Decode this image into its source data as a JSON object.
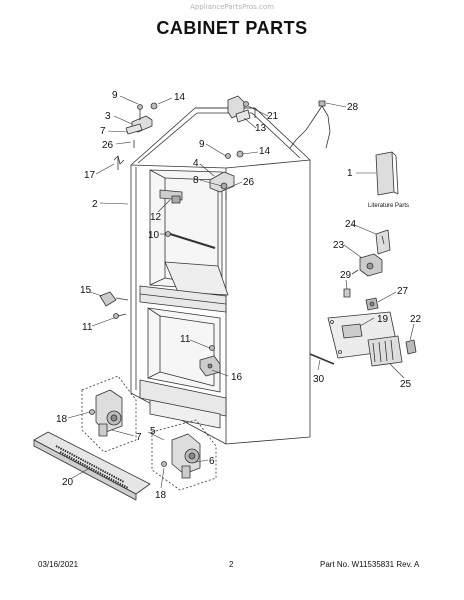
{
  "watermark": "AppliancePartsPros.com",
  "title": "CABINET PARTS",
  "literature_label": "Literature Parts",
  "callouts": [
    {
      "id": "c9a",
      "text": "9"
    },
    {
      "id": "c14a",
      "text": "14"
    },
    {
      "id": "c3",
      "text": "3"
    },
    {
      "id": "c7",
      "text": "7"
    },
    {
      "id": "c26a",
      "text": "26"
    },
    {
      "id": "c17",
      "text": "17"
    },
    {
      "id": "c2",
      "text": "2"
    },
    {
      "id": "c21",
      "text": "21"
    },
    {
      "id": "c13",
      "text": "13"
    },
    {
      "id": "c28",
      "text": "28"
    },
    {
      "id": "c9b",
      "text": "9"
    },
    {
      "id": "c14b",
      "text": "14"
    },
    {
      "id": "c4",
      "text": "4"
    },
    {
      "id": "c8",
      "text": "8"
    },
    {
      "id": "c26b",
      "text": "26"
    },
    {
      "id": "c12",
      "text": "12"
    },
    {
      "id": "c10",
      "text": "10"
    },
    {
      "id": "c1",
      "text": "1"
    },
    {
      "id": "c24",
      "text": "24"
    },
    {
      "id": "c23",
      "text": "23"
    },
    {
      "id": "c29",
      "text": "29"
    },
    {
      "id": "c27",
      "text": "27"
    },
    {
      "id": "c15",
      "text": "15"
    },
    {
      "id": "c11a",
      "text": "11"
    },
    {
      "id": "c19",
      "text": "19"
    },
    {
      "id": "c22",
      "text": "22"
    },
    {
      "id": "c11b",
      "text": "11"
    },
    {
      "id": "c16",
      "text": "16"
    },
    {
      "id": "c30",
      "text": "30"
    },
    {
      "id": "c25",
      "text": "25"
    },
    {
      "id": "c18a",
      "text": "18"
    },
    {
      "id": "c7b",
      "text": "7"
    },
    {
      "id": "c5",
      "text": "5"
    },
    {
      "id": "c6",
      "text": "6"
    },
    {
      "id": "c20",
      "text": "20"
    },
    {
      "id": "c18b",
      "text": "18"
    }
  ],
  "footer": {
    "date": "03/16/2021",
    "page": "2",
    "part_no": "Part No. W11535831  Rev. A"
  }
}
